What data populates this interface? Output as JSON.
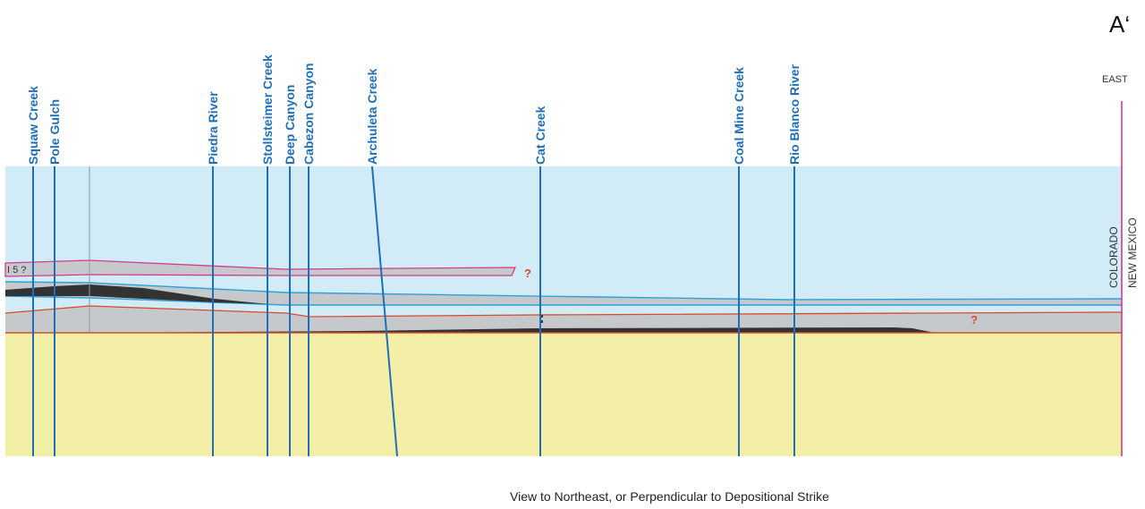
{
  "figure": {
    "title": "A‘",
    "direction_label": "EAST",
    "state_labels": [
      "COLORADO",
      "NEW MEXICO"
    ],
    "caption": "View to Northeast, or Perpendicular to Depositional Strike",
    "unit_label": "I 5 ?",
    "question_marks": [
      "?",
      "?"
    ]
  },
  "locations": [
    {
      "name": "Squaw Creek"
    },
    {
      "name": "Pole Gulch"
    },
    {
      "name": "Piedra River"
    },
    {
      "name": "Stollsteimer Creek"
    },
    {
      "name": "Deep Canyon"
    },
    {
      "name": "Cabezon Canyon"
    },
    {
      "name": "Archuleta Creek"
    },
    {
      "name": "Cat Creek"
    },
    {
      "name": "Coal Mine Creek"
    },
    {
      "name": "Rio Blanco River"
    }
  ],
  "colors": {
    "sky_blue": "#d1ebf7",
    "yellow_base": "#f3efa6",
    "gray_unit": "#c5c9cc",
    "dark_unit": "#333333",
    "well_line": "#1f6fb8",
    "magenta": "#d43a8c",
    "red_line": "#d94a2a",
    "cyan_line": "#2fa0d8"
  }
}
